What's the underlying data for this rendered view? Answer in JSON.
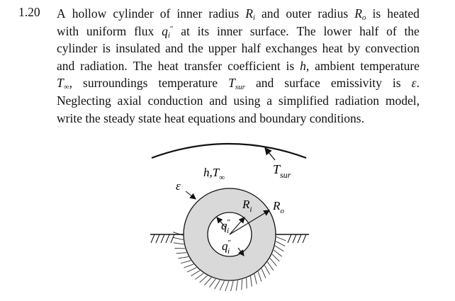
{
  "problem": {
    "number": "1.20",
    "lines": [
      [
        "A",
        "hollow",
        "cylinder",
        "of",
        "inner",
        "radius",
        "R_i",
        "and",
        "outer",
        "radius",
        "R_o",
        "is",
        "heated"
      ],
      [
        "with",
        "uniform",
        "flux",
        "q_i\"",
        "at",
        "its",
        "inner",
        "surface.",
        "The",
        "lower",
        "half",
        "of",
        "the"
      ],
      [
        "cylinder",
        "is",
        "insulated",
        "and",
        "the",
        "upper",
        "half",
        "exchanges",
        "heat",
        "by",
        "convection"
      ],
      [
        "and",
        "radiation.",
        "The",
        "heat",
        "transfer",
        "coefficient",
        "is",
        "h,",
        "ambient",
        "temperature"
      ],
      [
        "T_∞,",
        "surroundings",
        "temperature",
        "T_sur",
        "and",
        "surface",
        "emissivity",
        "is",
        "ε."
      ],
      [
        "Neglecting",
        "axial",
        "conduction",
        "and",
        "using",
        "a",
        "simplified",
        "radiation",
        "model,"
      ],
      [
        "write the steady state heat equations and boundary conditions."
      ]
    ]
  },
  "figure": {
    "label_h_T": "h,T",
    "label_inf": "∞",
    "label_T": "T",
    "label_sur": "sur",
    "label_eps": "ε",
    "label_Ri_R": "R",
    "label_Ri_sub": "i",
    "label_Ro_R": "R",
    "label_Ro_sub": "o",
    "label_q": "q",
    "label_q_sup": "\"",
    "label_q_sub": "i",
    "colors": {
      "annulus": "#d9d9d9",
      "ink": "#111111"
    }
  }
}
